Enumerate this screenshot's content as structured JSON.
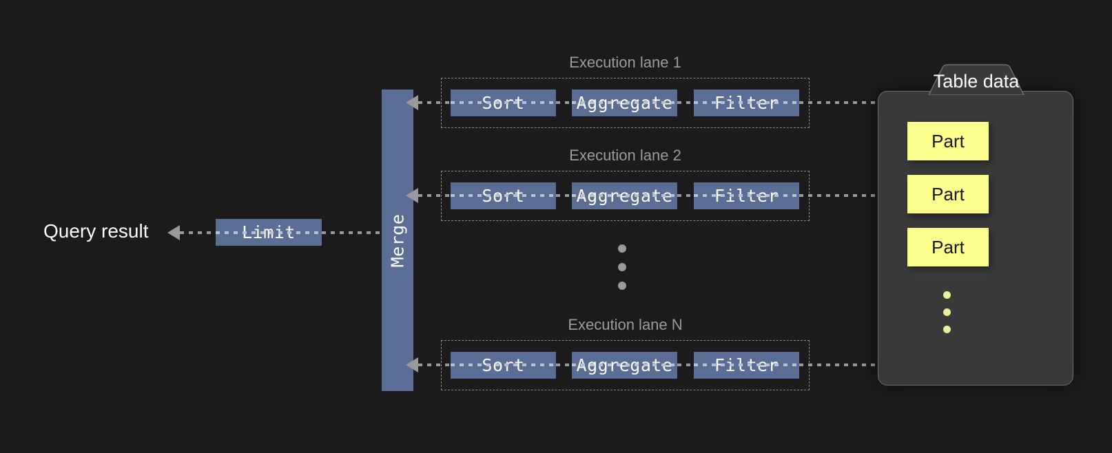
{
  "diagram": {
    "title": "Query execution pipeline",
    "background_color": "#1b1b1b",
    "accent_operator_color": "#5a6e95",
    "part_color": "#fcfc8d",
    "panel_color": "#3a3a3a",
    "connector_color": "#9a9a9a"
  },
  "output": {
    "label": "Query result"
  },
  "limit": {
    "label": "Limit"
  },
  "merge": {
    "label": "Merge"
  },
  "lanes": [
    {
      "label": "Execution lane 1",
      "operators": [
        {
          "label": "Sort"
        },
        {
          "label": "Aggregate"
        },
        {
          "label": "Filter"
        }
      ]
    },
    {
      "label": "Execution lane 2",
      "operators": [
        {
          "label": "Sort"
        },
        {
          "label": "Aggregate"
        },
        {
          "label": "Filter"
        }
      ]
    },
    {
      "label": "Execution lane N",
      "operators": [
        {
          "label": "Sort"
        },
        {
          "label": "Aggregate"
        },
        {
          "label": "Filter"
        }
      ]
    }
  ],
  "lane_ellipsis": {
    "dot_count": 3,
    "dot_color": "#9a9a9a"
  },
  "table_data": {
    "label": "Table data",
    "parts": [
      {
        "label": "Part"
      },
      {
        "label": "Part"
      },
      {
        "label": "Part"
      }
    ],
    "ellipsis": {
      "dot_count": 3,
      "dot_color": "#ededa0"
    }
  }
}
